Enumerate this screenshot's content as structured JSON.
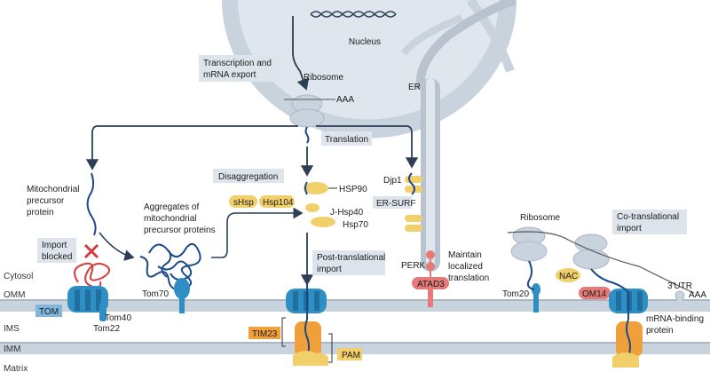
{
  "diagram": {
    "nucleus": "Nucleus",
    "er": "ER",
    "transcription_box": [
      "Transcription and",
      "mRNA export"
    ],
    "ribosome_top": "Ribosome",
    "poly_a_top": "AAA",
    "translation_box": "Translation",
    "precursor": [
      "Mitochondrial",
      "precursor",
      "protein"
    ],
    "import_blocked_box": [
      "Import",
      "blocked"
    ],
    "aggregates": [
      "Aggregates of",
      "mitochondrial",
      "precursor proteins"
    ],
    "tom70": "Tom70",
    "disaggregation_box": "Disaggregation",
    "shsp": "sHsp",
    "hsp104": "Hsp104",
    "hsp90": "HSP90",
    "jhsp40": "J-Hsp40",
    "hsp70": "Hsp70",
    "djp1": "Djp1",
    "er_surf": "ER-SURF",
    "post_translational_box": [
      "Post-translational",
      "import"
    ],
    "perk": "PERK",
    "atad3": "ATAD3",
    "maintain": [
      "Maintain",
      "localized",
      "translation"
    ],
    "ribosome_right": "Ribosome",
    "cotranslational_box": [
      "Co-translational",
      "import"
    ],
    "tom20": "Tom20",
    "nac": "NAC",
    "om14": "OM14",
    "utr": "3′UTR",
    "poly_a_right": "AAA",
    "mrna_binding": [
      "mRNA-binding",
      "protein"
    ],
    "tom": "TOM",
    "tom40": "Tom40",
    "tom22": "Tom22",
    "tim23": "TIM23",
    "pam": "PAM",
    "region_cytosol": "Cytosol",
    "region_omm": "OMM",
    "region_ims": "IMS",
    "region_imm": "IMM",
    "region_matrix": "Matrix"
  },
  "colors": {
    "membrane": "#c9d3de",
    "membrane_edge": "#a9b7c6",
    "er_tube": "#b9c3cf",
    "tom_blue": "#2f8fc4",
    "label_box": "#dde4ec",
    "chaperone": "#f1cf6a",
    "tim_orange": "#f0a03a",
    "atad3_red": "#e57a78",
    "arrow": "#2d3e55",
    "aggregate": "#1b4a86",
    "blocked_red": "#d23c3c"
  }
}
